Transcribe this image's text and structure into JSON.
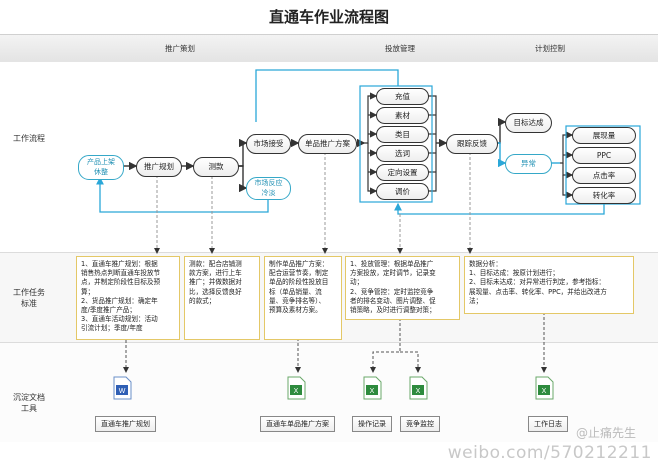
{
  "title": "直通车作业流程图",
  "headers": [
    "推广策划",
    "投放管理",
    "计划控制"
  ],
  "lanes": [
    "工作流程",
    "工作任务\n标准",
    "沉淀文档\n工具"
  ],
  "nodes": {
    "product_launch": "产品上架\n休整",
    "promo_plan": "推广规划",
    "test": "测款",
    "market_accept": "市场接受",
    "market_cold": "市场反应\n冷淡",
    "single_plan": "单品推广方案",
    "items": [
      "充值",
      "素材",
      "类目",
      "选词",
      "定向设置",
      "调价"
    ],
    "track": "跟踪反馈",
    "goal_met": "目标达成",
    "abnormal": "异常",
    "metrics": [
      "展现量",
      "PPC",
      "点击率",
      "转化率"
    ]
  },
  "tasks": [
    "1、直通车推广规划：根据\n销售热点判断直通车投放节\n点，并制定阶段性目标及预\n算；\n2、货品推广规划：确定年\n度/季度推广产品；\n3、直通车活动规划：活动\n引流计划；季度/年度",
    "测款：配合店铺测\n款方案，进行上车\n推广；并做数据对\n比，选择反馈良好\n的款式；",
    "制作单品推广方案：\n配合运营节奏，制定\n单品的阶段性投放目\n标（单品销量、流\n量、竞争排名等）、\n预算及素材方案。",
    "1、投放管理：根据单品推广\n方案投放，定时调节，记录变\n动；\n2、竞争管控：定时监控竞争\n者的排名变动、图片调整、促\n销策略，及时进行调整对策；",
    "数据分析：\n1、目标达成：按原计划进行；\n2、目标未达成：对异常进行判定，参考指标：\n展现量、点击率、转化率、PPC，并给出改进方\n法；"
  ],
  "docs": [
    "直通车推广规划",
    "直通车单品推广方案",
    "操作记录",
    "竞争监控",
    "工作日志"
  ],
  "watermark": {
    "line1": "@止痛先生",
    "line2": "weibo.com/570212211"
  },
  "colors": {
    "node_border": "#333333",
    "blue_node": "#35a8c8",
    "flow_blue": "#2aa7d8",
    "task_border": "#e4c867",
    "dashed": "#888888"
  }
}
